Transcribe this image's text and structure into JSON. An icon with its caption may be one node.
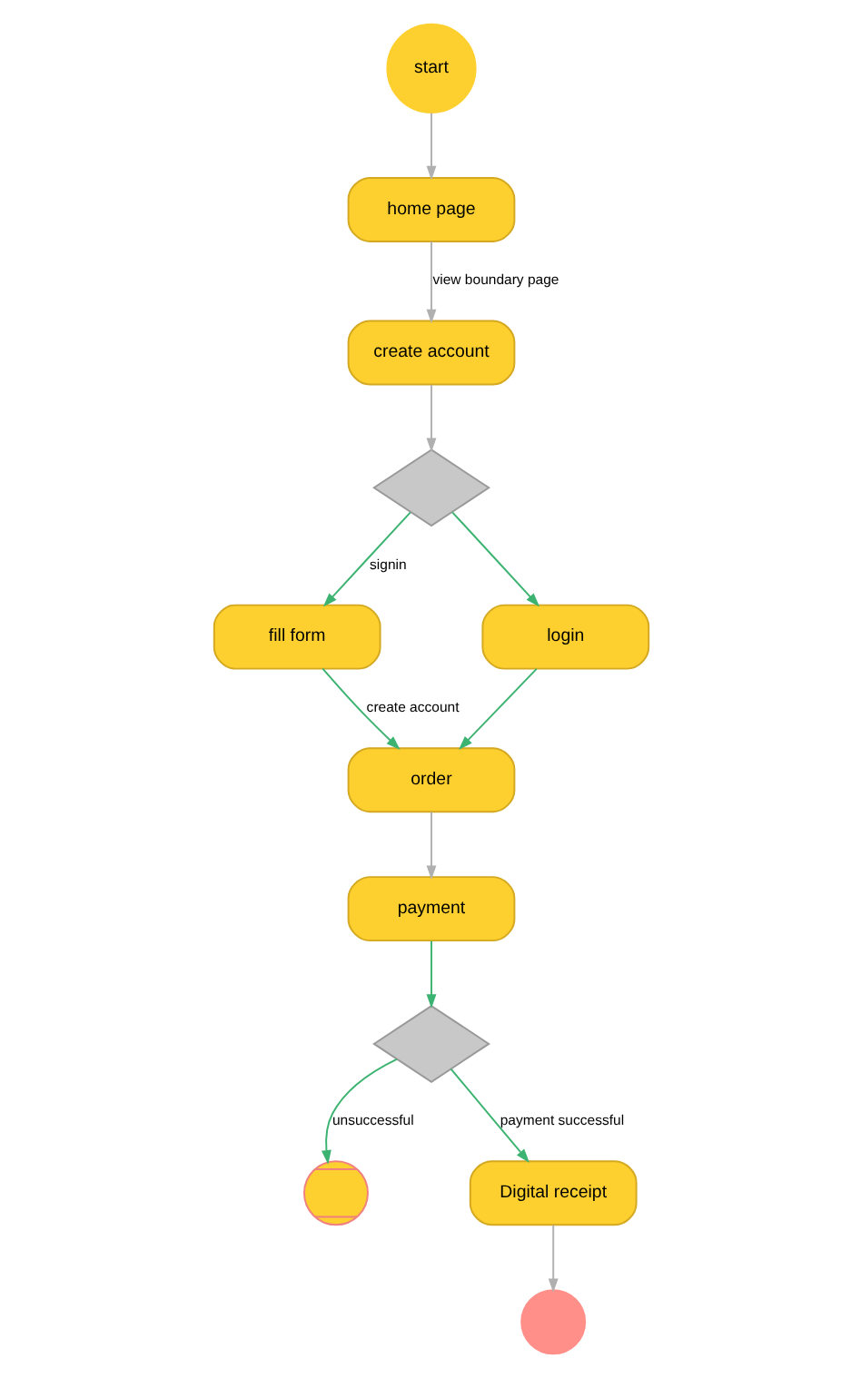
{
  "diagram": {
    "nodes": [
      {
        "text": [
          "start"
        ]
      },
      {
        "text": [
          "home page"
        ]
      },
      {
        "text": [
          "create account"
        ]
      },
      {
        "text": [],
        "shape": "diamond"
      },
      {
        "text": [
          "fill form"
        ]
      },
      {
        "text": [
          "login"
        ]
      },
      {
        "text": [
          "order"
        ]
      },
      {
        "text": [
          "payment"
        ]
      },
      {
        "text": [],
        "shape": "diamond"
      },
      {
        "text": [],
        "shape": "circle"
      },
      {
        "text": [
          "Digital receipt"
        ]
      },
      {
        "text": [],
        "shape": "circle"
      }
    ],
    "edges": [
      {
        "from": 0,
        "to": 1,
        "arrow": "to",
        "color": "#b0b0b0"
      },
      {
        "from": 1,
        "to": 2,
        "arrow": "to",
        "label": "view boundary page",
        "color": "#b0b0b0"
      },
      {
        "from": 2,
        "to": 3,
        "arrow": "to",
        "color": "#b0b0b0"
      },
      {
        "from": 3,
        "to": 4,
        "arrow": "to",
        "label": "signin"
      },
      {
        "from": 3,
        "to": 5,
        "arrow": "to"
      },
      {
        "from": 4,
        "to": 6,
        "arrow": "to",
        "label": "create account"
      },
      {
        "from": 5,
        "to": 6,
        "arrow": "to"
      },
      {
        "from": 6,
        "to": 7,
        "arrow": "to",
        "color": "#b0b0b0"
      },
      {
        "from": 7,
        "to": 8,
        "arrow": "to"
      },
      {
        "from": 8,
        "to": 9,
        "arrow": "to",
        "label": "unsuccessful"
      },
      {
        "from": 8,
        "to": 10,
        "arrow": "to",
        "label": "payment successful"
      },
      {
        "from": 10,
        "to": 11,
        "arrow": "to",
        "color": "#b0b0b0"
      }
    ]
  }
}
